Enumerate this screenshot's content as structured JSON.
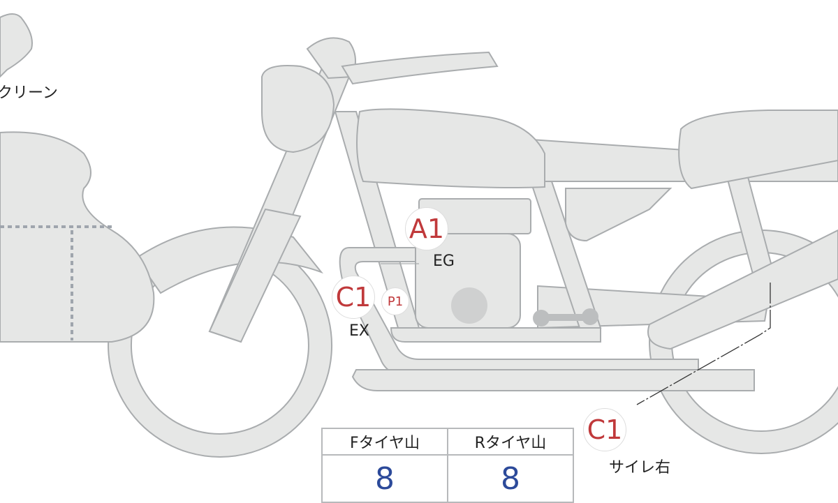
{
  "labels": {
    "screen": "クリーン",
    "engine": "EG",
    "exhaust": "EX",
    "silencer_right": "サイレ右"
  },
  "badges": {
    "engine_grade": "A1",
    "exhaust_grade": "C1",
    "exhaust_point": "P1",
    "silencer_grade": "C1"
  },
  "tread_table": {
    "headers": [
      "Fタイヤ山",
      "Rタイヤ山"
    ],
    "values": [
      "8",
      "8"
    ]
  },
  "colors": {
    "body_fill": "#e6e7e6",
    "outline": "#a9acae",
    "grade_red": "#c0393b",
    "value_blue": "#2c4a9a"
  }
}
